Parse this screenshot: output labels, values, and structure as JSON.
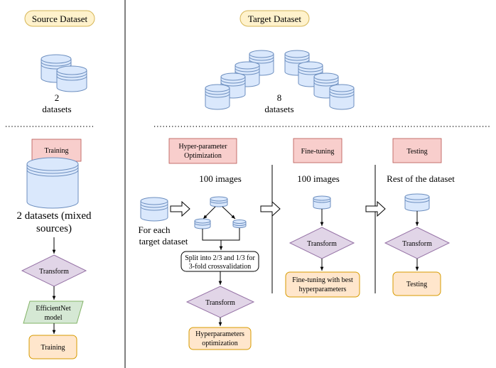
{
  "source": {
    "title": "Source Dataset",
    "count": "2",
    "count_label": "datasets",
    "training_box": "Training",
    "mixed_line1": "2 datasets (mixed",
    "mixed_line2": "sources)",
    "transform": "Transform",
    "model_line1": "EfficientNet",
    "model_line2": "model",
    "training_result": "Training"
  },
  "target": {
    "title": "Target Dataset",
    "count": "8",
    "count_label": "datasets",
    "hpo": {
      "box_line1": "Hyper-parameter",
      "box_line2": "Optimization",
      "images": "100 images",
      "for_each_line1": "For each",
      "for_each_line2": "target dataset",
      "split_line1": "Split into 2/3 and 1/3 for",
      "split_line2": "3-fold crossvalidation",
      "transform": "Transform",
      "result_line1": "Hyperparameters",
      "result_line2": "optimization"
    },
    "finetune": {
      "box": "Fine-tuning",
      "images": "100 images",
      "transform": "Transform",
      "result_line1": "Fine-tuning with best",
      "result_line2": "hyperparameters"
    },
    "testing": {
      "box": "Testing",
      "images": "Rest of the dataset",
      "transform": "Transform",
      "result": "Testing"
    }
  },
  "colors": {
    "title_fill": "#fff2cc",
    "title_stroke": "#d6b656",
    "red_fill": "#f8cecc",
    "red_stroke": "#b85450",
    "orange_fill": "#ffe6cc",
    "orange_stroke": "#d79b00",
    "purple_fill": "#e1d5e7",
    "purple_stroke": "#9673a6",
    "green_fill": "#d5e8d4",
    "green_stroke": "#82b366",
    "cylinder_fill": "#dae8fc",
    "cylinder_stroke": "#6c8ebf"
  }
}
